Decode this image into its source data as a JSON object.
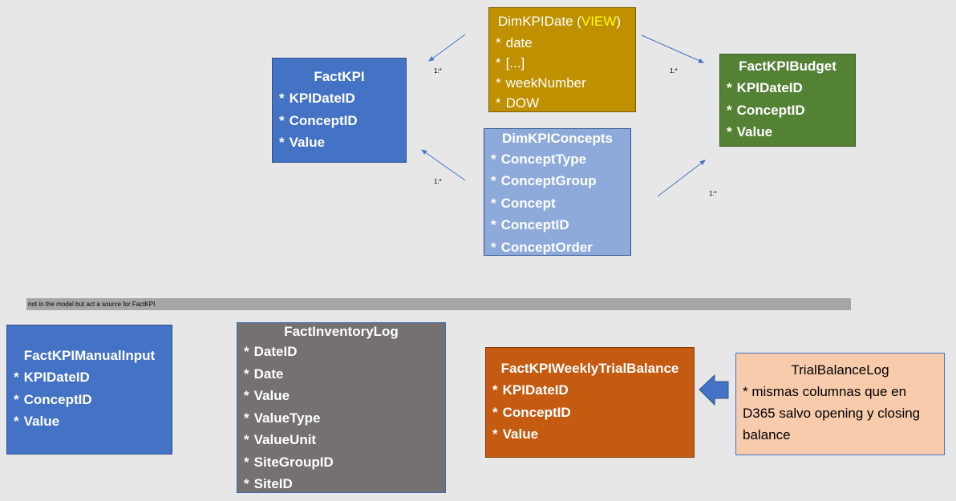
{
  "colors": {
    "background": "#e7e7e7",
    "fact_blue": "#4472c4",
    "dim_date_gold": "#bf9000",
    "budget_green": "#548235",
    "concepts_light_blue": "#8eaadb",
    "inventory_gray": "#767171",
    "weekly_orange": "#c55a11",
    "trial_peach": "#f8cbad",
    "view_yellow": "#ffff00",
    "banner_gray": "#a6a6a6",
    "arrow_blue": "#4472c4"
  },
  "tables": {
    "factkpi": {
      "title": "FactKPI",
      "fields": [
        "KPIDateID",
        "ConceptID",
        "Value"
      ]
    },
    "dimkpidate": {
      "title": "DimKPIDate",
      "view_tag": "VIEW",
      "fields": [
        "date",
        "[...]",
        "weekNumber",
        "DOW"
      ]
    },
    "factkpibudget": {
      "title": "FactKPIBudget",
      "fields": [
        "KPIDateID",
        "ConceptID",
        "Value"
      ]
    },
    "dimkpiconcepts": {
      "title": "DimKPIConcepts",
      "fields": [
        "ConceptType",
        "ConceptGroup",
        "Concept",
        "ConceptID",
        "ConceptOrder"
      ]
    },
    "factkpimanualinput": {
      "title": "FactKPIManualInput",
      "fields": [
        "KPIDateID",
        "ConceptID",
        "Value"
      ]
    },
    "factinventorylog": {
      "title": "FactInventoryLog",
      "fields": [
        "DateID",
        "Date",
        "Value",
        "ValueType",
        "ValueUnit",
        "SiteGroupID",
        "SiteID"
      ]
    },
    "factkpiweeklytrialbalance": {
      "title": "FactKPIWeeklyTrialBalance",
      "fields": [
        "KPIDateID",
        "ConceptID",
        "Value"
      ]
    },
    "trialbalancelog": {
      "title": "TrialBalanceLog",
      "note": "* mismas columnas que en D365 salvo opening y closing balance"
    }
  },
  "field_bullet": "*",
  "cardinality_label": "1:*",
  "banner_text": "not in the model but act a source for FactKPI"
}
